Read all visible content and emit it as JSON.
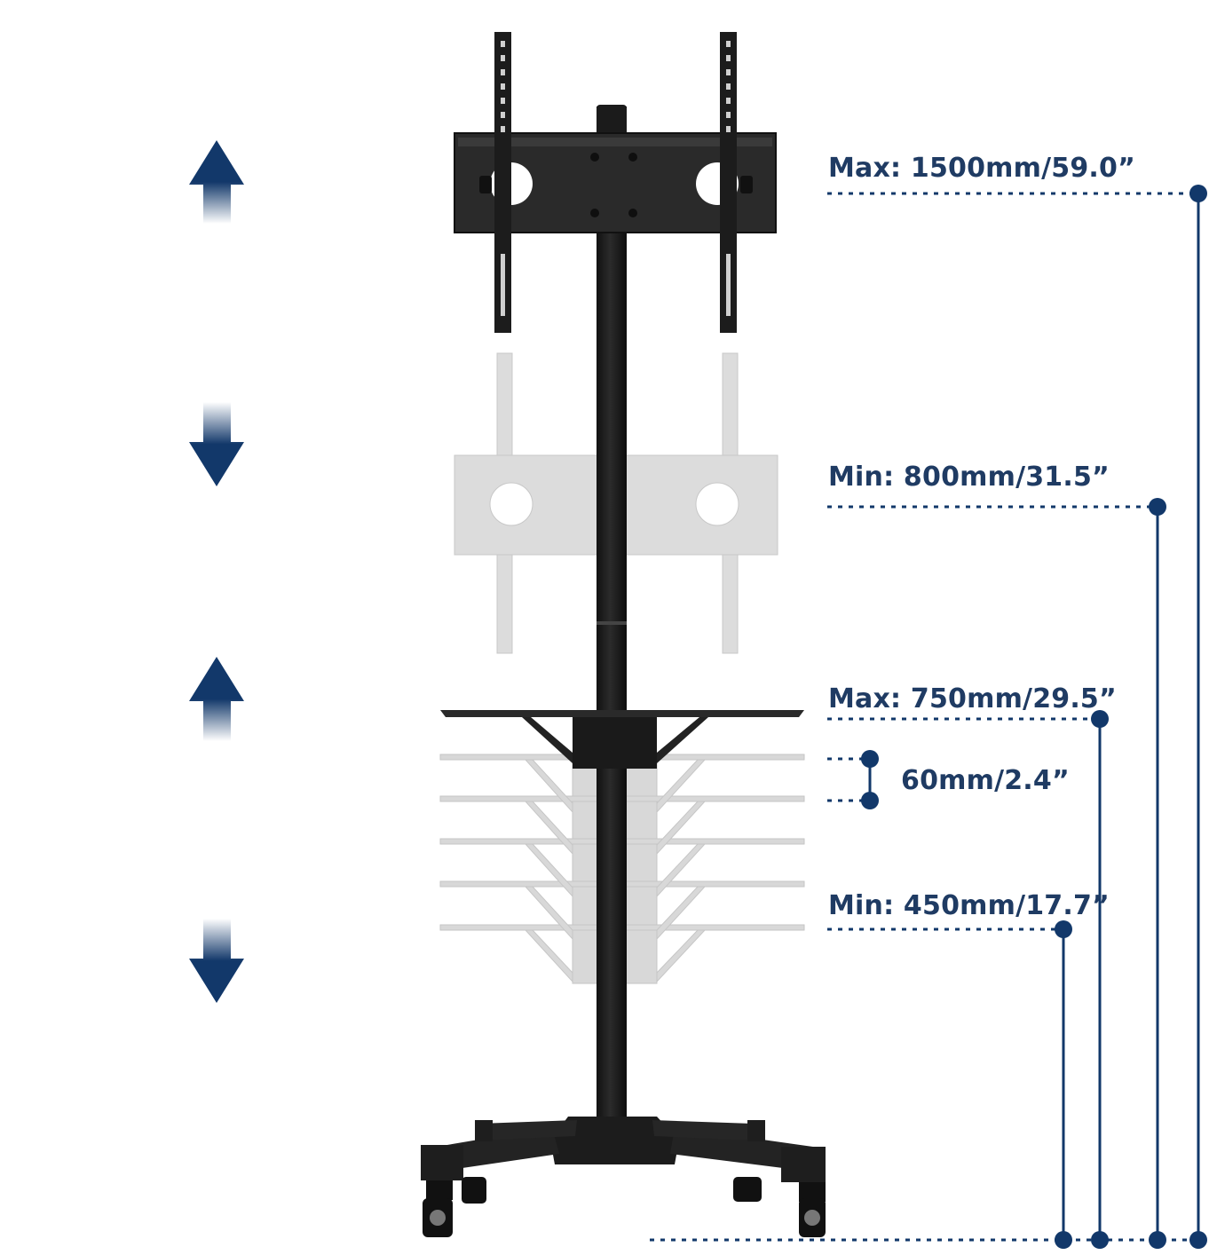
{
  "colors": {
    "navy": "#12386a",
    "label": "#1f3b63",
    "stand": "#1e1e1e",
    "ghost": "#d6d6d6"
  },
  "labels": {
    "mount_max": "Max: 1500mm/59.0”",
    "mount_min": "Min: 800mm/31.5”",
    "shelf_max": "Max: 750mm/29.5”",
    "shelf_step": "60mm/2.4”",
    "shelf_min": "Min: 450mm/17.7”"
  },
  "icons": {
    "arrows": [
      "arrow-up-icon",
      "arrow-down-icon",
      "arrow-up-icon",
      "arrow-down-icon"
    ]
  },
  "product": "mobile-tv-stand-with-shelf"
}
